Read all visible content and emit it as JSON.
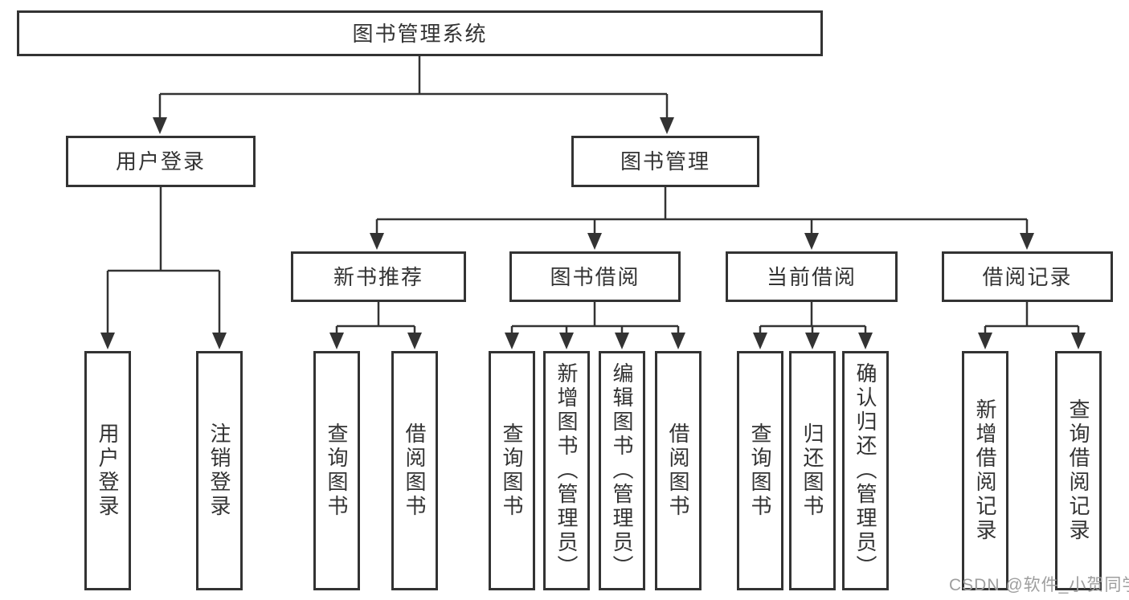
{
  "colors": {
    "line": "#333333",
    "text": "#333333",
    "watermark": "#9e9e9e",
    "box_bg": "#ffffff"
  },
  "watermark": "CSDN @软件_小贺同学",
  "tree": {
    "label": "图书管理系统",
    "children": [
      {
        "label": "用户登录",
        "children": [
          {
            "label": "用户登录"
          },
          {
            "label": "注销登录"
          }
        ]
      },
      {
        "label": "图书管理",
        "children": [
          {
            "label": "新书推荐",
            "children": [
              {
                "label": "查询图书"
              },
              {
                "label": "借阅图书"
              }
            ]
          },
          {
            "label": "图书借阅",
            "children": [
              {
                "label": "查询图书"
              },
              {
                "label": "新增图书（管理员）"
              },
              {
                "label": "编辑图书（管理员）"
              },
              {
                "label": "借阅图书"
              }
            ]
          },
          {
            "label": "当前借阅",
            "children": [
              {
                "label": "查询图书"
              },
              {
                "label": "归还图书"
              },
              {
                "label": "确认归还（管理员）"
              }
            ]
          },
          {
            "label": "借阅记录",
            "children": [
              {
                "label": "新增借阅记录"
              },
              {
                "label": "查询借阅记录"
              }
            ]
          }
        ]
      }
    ]
  }
}
